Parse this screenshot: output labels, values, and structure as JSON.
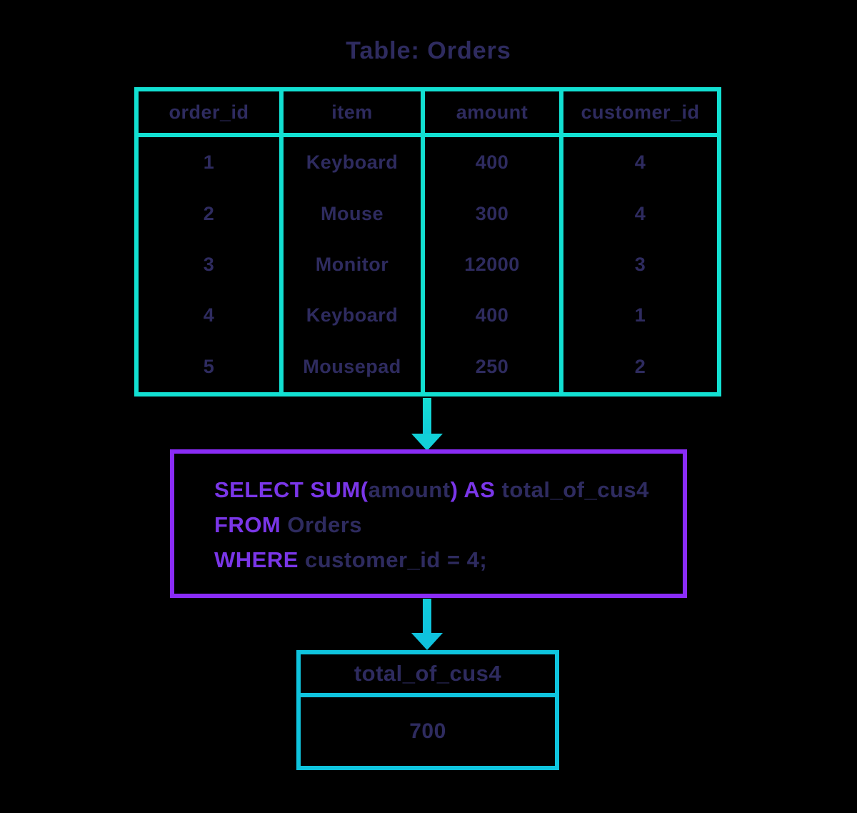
{
  "title": "Table: Orders",
  "colors": {
    "background": "#000000",
    "table_border": "#12e0d2",
    "result_border": "#0fc4de",
    "sql_border": "#8a2cf7",
    "keyword": "#7a36e8",
    "text": "#2e2b5f",
    "arrow1": "#12d0d8",
    "arrow2": "#0fc2de"
  },
  "orders_table": {
    "columns": [
      "order_id",
      "item",
      "amount",
      "customer_id"
    ],
    "rows": [
      [
        "1",
        "Keyboard",
        "400",
        "4"
      ],
      [
        "2",
        "Mouse",
        "300",
        "4"
      ],
      [
        "3",
        "Monitor",
        "12000",
        "3"
      ],
      [
        "4",
        "Keyboard",
        "400",
        "1"
      ],
      [
        "5",
        "Mousepad",
        "250",
        "2"
      ]
    ]
  },
  "sql_box": {
    "lines": [
      {
        "segments": [
          {
            "text": "SELECT SUM(",
            "style": "keyword"
          },
          {
            "text": "amount",
            "style": "plain"
          },
          {
            "text": ") AS",
            "style": "keyword"
          },
          {
            "text": " total_of_cus4",
            "style": "plain"
          }
        ]
      },
      {
        "segments": [
          {
            "text": "FROM",
            "style": "keyword"
          },
          {
            "text": " Orders",
            "style": "plain"
          }
        ]
      },
      {
        "segments": [
          {
            "text": "WHERE",
            "style": "keyword"
          },
          {
            "text": " customer_id = 4;",
            "style": "plain"
          }
        ]
      }
    ]
  },
  "result_table": {
    "header": "total_of_cus4",
    "value": "700"
  }
}
